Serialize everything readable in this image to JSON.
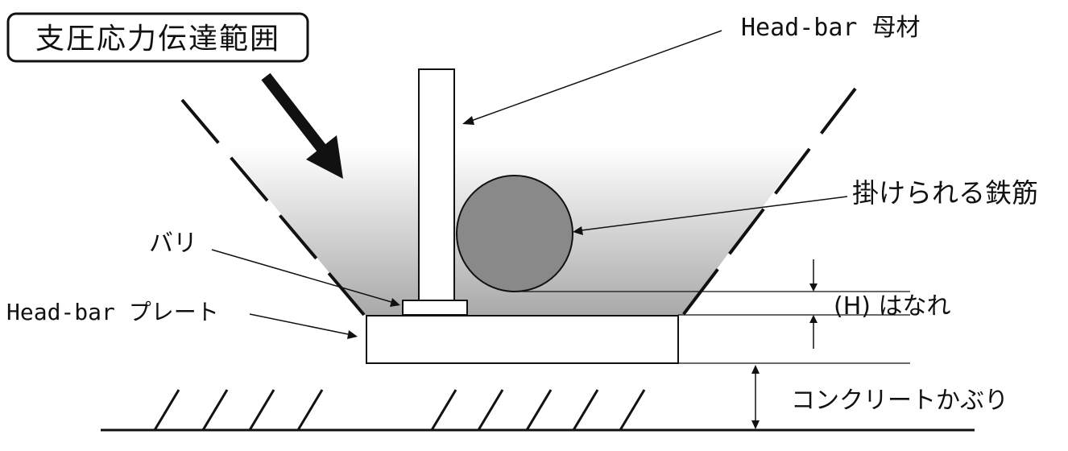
{
  "title_box": {
    "text": "支圧応力伝達範囲"
  },
  "labels": {
    "headbar_base": "Head-bar 母材",
    "rebar": "掛けられる鉄筋",
    "burr": "バリ",
    "headbar_plate": "Head-bar プレート",
    "gap": "(H) はなれ",
    "cover": "コンクリートかぶり"
  },
  "colors": {
    "rebar_fill": "#898989",
    "zone_gray": "#a9a9a9",
    "line": "#111111"
  }
}
